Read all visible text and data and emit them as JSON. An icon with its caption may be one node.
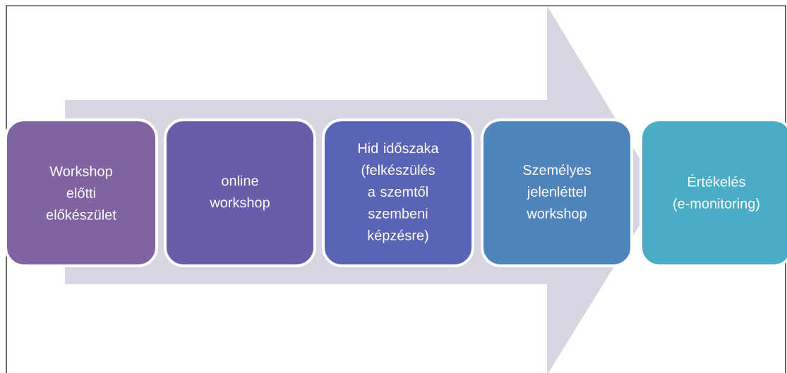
{
  "diagram": {
    "nodes": [
      {
        "text": [
          "Workshop előtti előkészület"
        ]
      },
      {
        "text": [
          "online workshop"
        ]
      },
      {
        "text": [
          "Hid időszaka (felkészülés a szemtől szembeni képzésre)"
        ]
      },
      {
        "text": [
          "Személyes jelenléttel workshop"
        ]
      },
      {
        "text": [
          "Értékelés (e-monitoring)"
        ]
      }
    ],
    "edges": [
      {
        "from": 0,
        "to": 4,
        "arrow": "to"
      }
    ]
  }
}
